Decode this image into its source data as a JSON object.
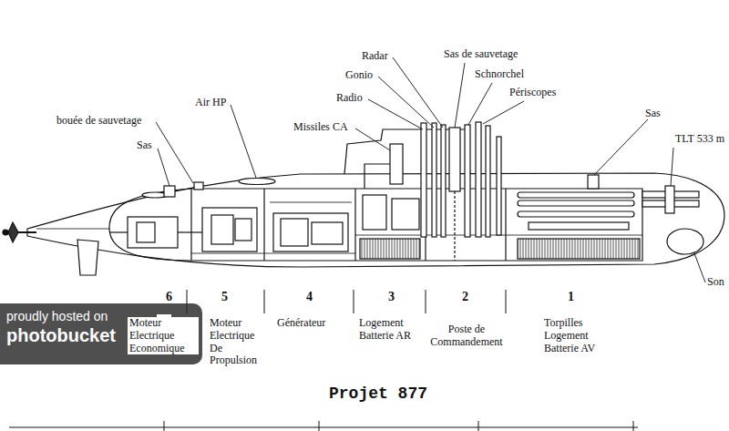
{
  "diagram": {
    "title": "Projet 877",
    "nodes": [
      {
        "text": [
          "proudly hosted on",
          "photobucket"
        ]
      }
    ],
    "labels": [
      "bouée de sauvetage",
      "Sas",
      "Air HP",
      "Missiles CA",
      "Radio",
      "Gonio",
      "Radar",
      "Sas de sauvetage",
      "Schnorchel",
      "Périscopes",
      "Sas",
      "TLT 533 m",
      "Son",
      "6",
      "5",
      "4",
      "3",
      "2",
      "1",
      "Moteur Electrique Economique",
      "Moteur Electrique De Propulsion",
      "Générateur",
      "Logement Batterie AR",
      "Poste de Commandement",
      "Torpilles Logement Batterie AV"
    ]
  }
}
